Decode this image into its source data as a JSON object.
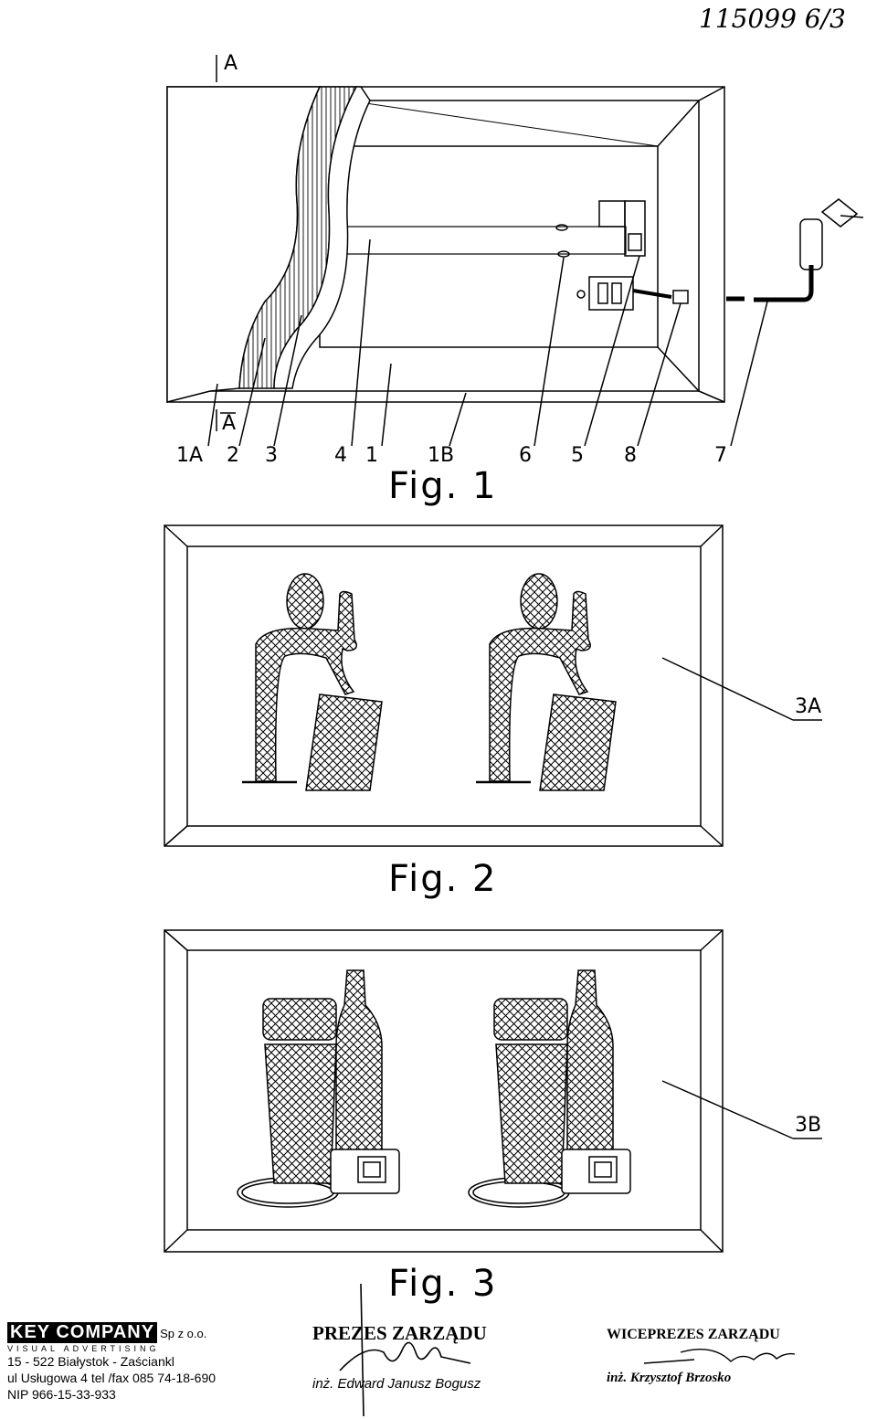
{
  "header": {
    "doc_number": "115099 6/3"
  },
  "fig1": {
    "section_marker_top": "A",
    "section_marker_bottom": "A",
    "labels": [
      "1A",
      "2",
      "3",
      "4",
      "1",
      "1B",
      "6",
      "5",
      "8",
      "7"
    ],
    "caption": "Fig. 1"
  },
  "fig2": {
    "callout": "3A",
    "caption": "Fig. 2"
  },
  "fig3": {
    "callout": "3B",
    "caption": "Fig. 3"
  },
  "stamp_company": {
    "logo": "KEY COMPANY",
    "suffix": "Sp z o.o.",
    "tagline": "VISUAL ADVERTISING",
    "address1": "15 - 522  Białystok - Zaściankl",
    "address2": "ul Usługowa 4  tel /fax 085 74-18-690",
    "nip": "NIP 966-15-33-933"
  },
  "stamp_president": {
    "title": "PREZES ZARZĄDU",
    "name": "inż. Edward Janusz Bogusz"
  },
  "stamp_vice": {
    "title": "WICEPREZES ZARZĄDU",
    "name": "inż. Krzysztof Brzosko"
  }
}
